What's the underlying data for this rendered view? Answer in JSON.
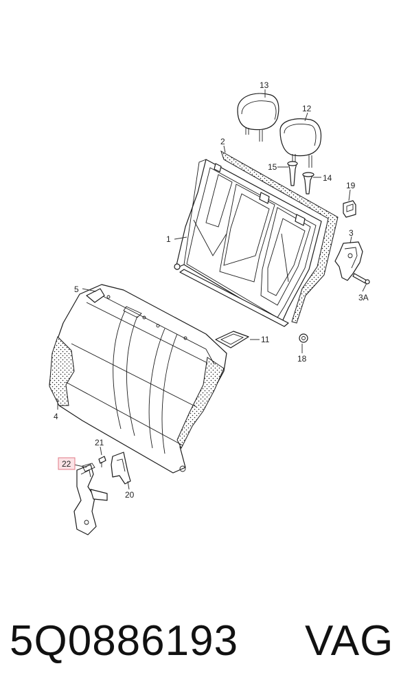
{
  "callouts": {
    "c1": "1",
    "c2": "2",
    "c3": "3",
    "c3a": "3A",
    "c4": "4",
    "c5": "5",
    "c11": "11",
    "c12": "12",
    "c13": "13",
    "c14": "14",
    "c15": "15",
    "c18": "18",
    "c19": "19",
    "c20": "20",
    "c21": "21",
    "c22": "22"
  },
  "footer": {
    "part_number": "5Q0886193",
    "brand": "VAG"
  },
  "colors": {
    "highlight_fill": "#fbe3e6",
    "highlight_border": "#e27a86"
  }
}
